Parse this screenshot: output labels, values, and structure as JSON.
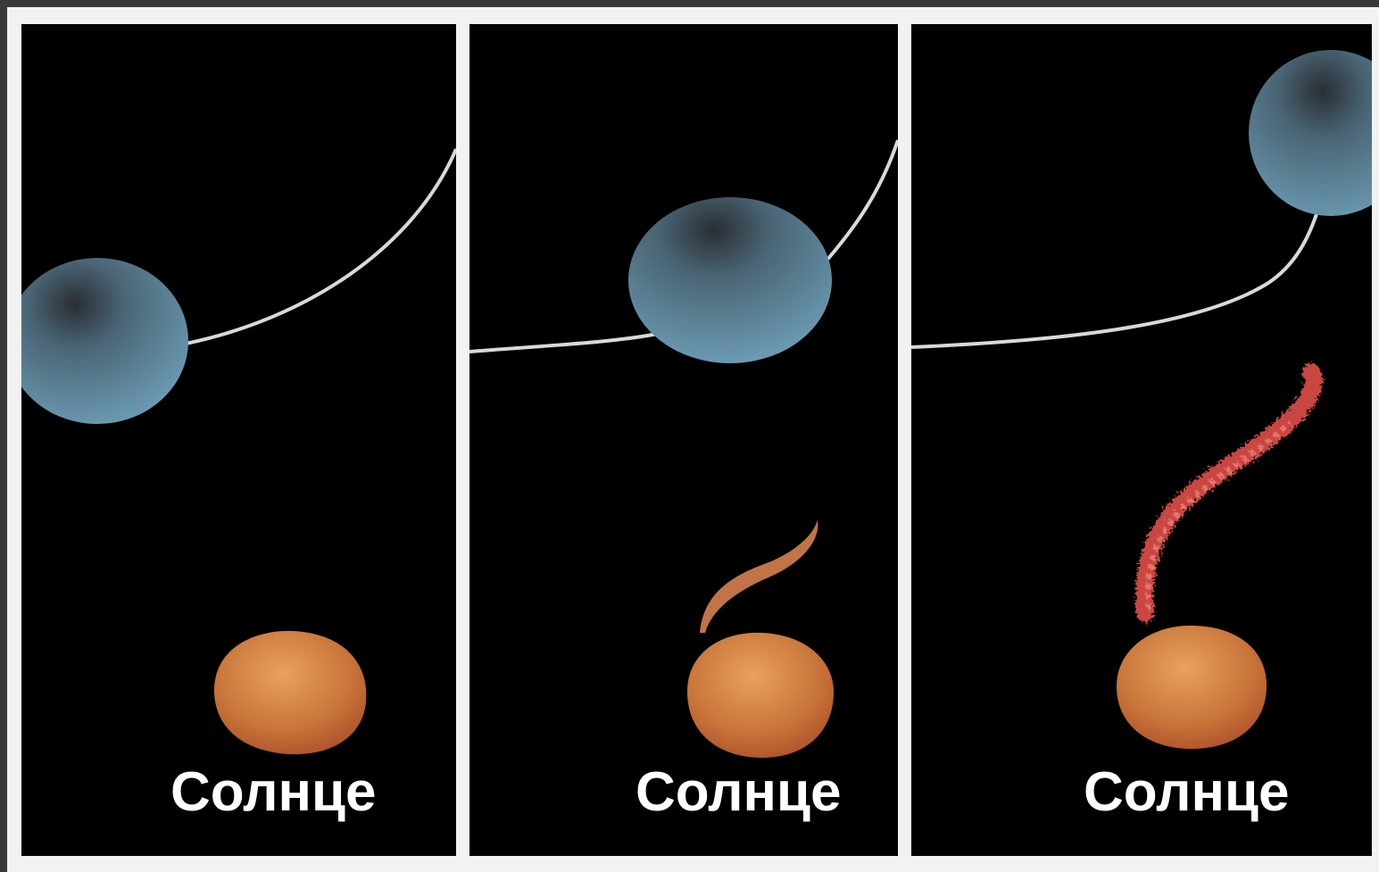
{
  "panels": [
    {
      "sun": {
        "label": "Солнце",
        "color": "#c8743a"
      },
      "planet": {
        "color": "#6b95ab"
      }
    },
    {
      "sun": {
        "label": "Солнце",
        "color": "#c8743a"
      },
      "planet": {
        "color": "#6b95ab"
      },
      "prominence": {
        "color": "#c07448"
      }
    },
    {
      "sun": {
        "label": "Солнце",
        "color": "#c8743a"
      },
      "planet": {
        "color": "#6b95ab"
      },
      "prominence": {
        "color": "#e0504a"
      }
    }
  ],
  "colors": {
    "background": "#000000",
    "divider": "#f2f2f2",
    "orbit_line": "#d9d9d9",
    "label_text": "#ffffff"
  }
}
